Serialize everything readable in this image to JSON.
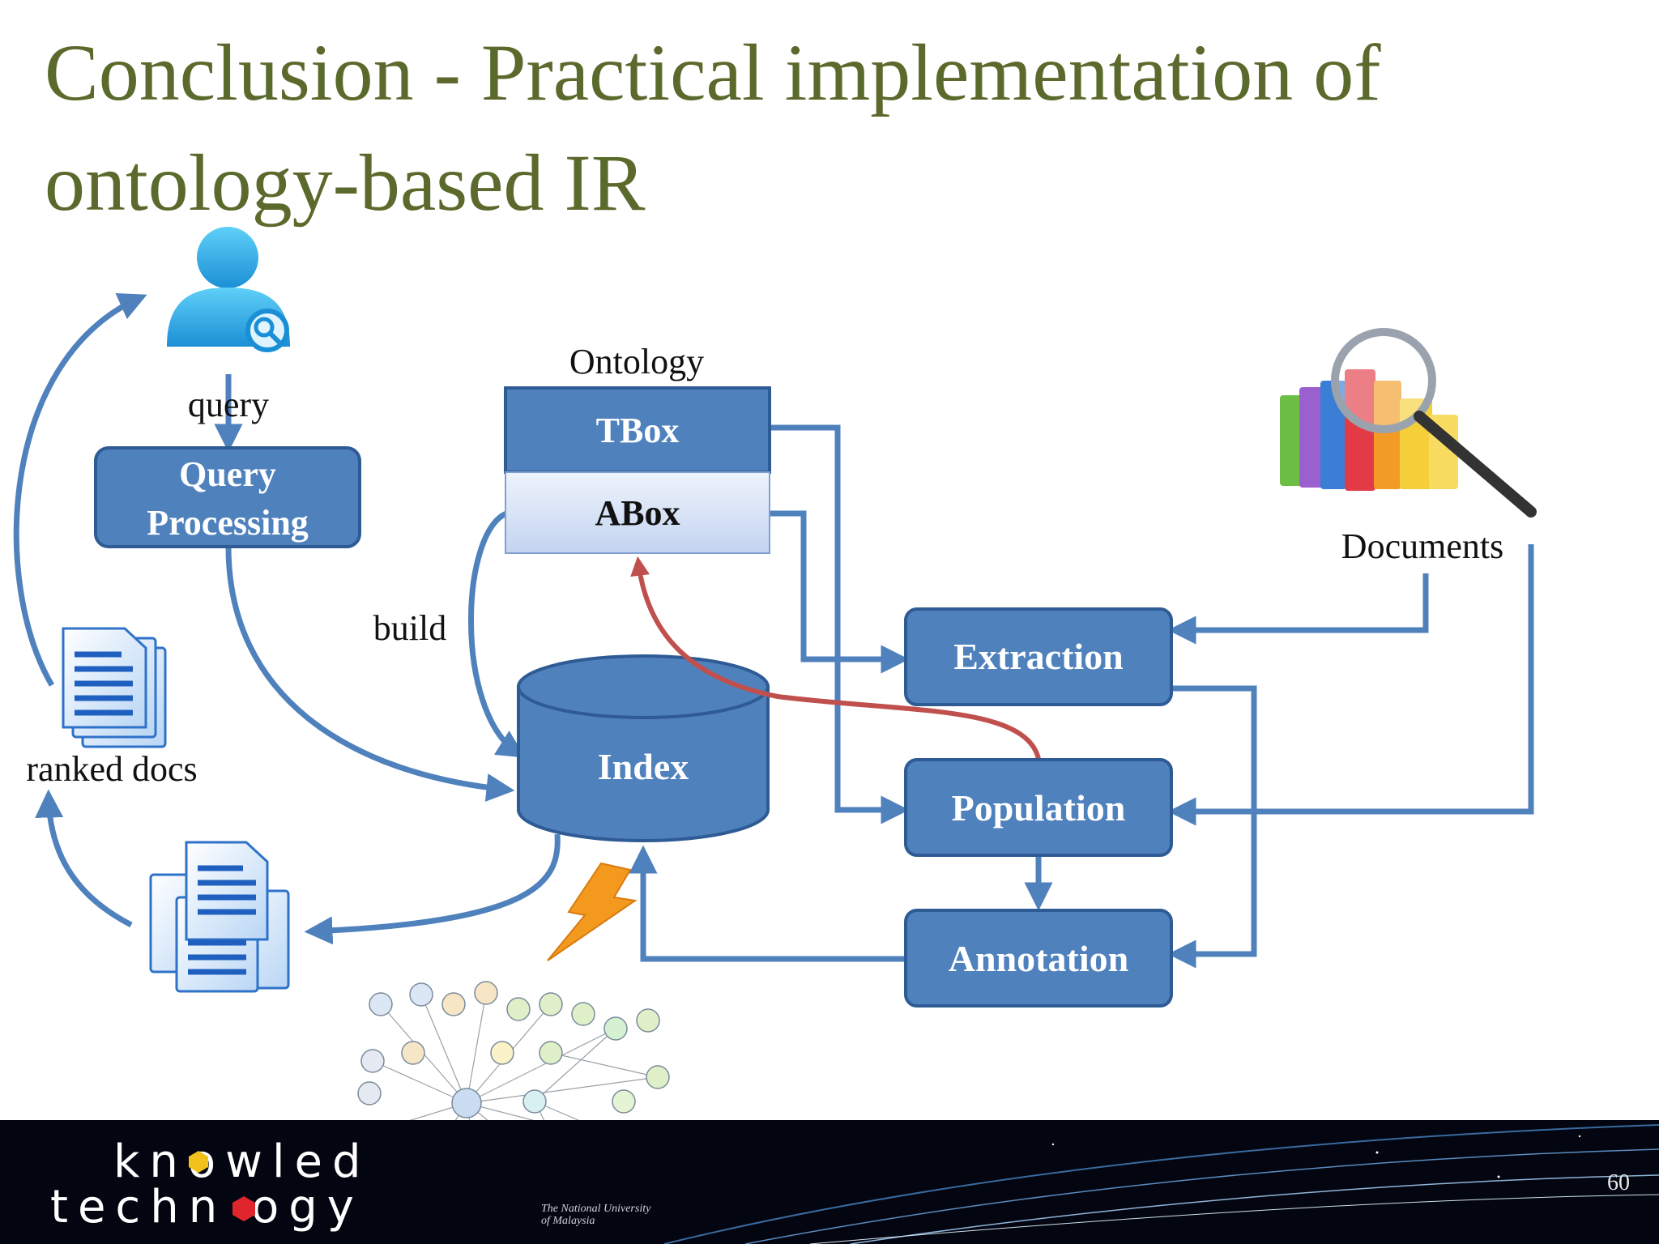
{
  "slide": {
    "title": "Conclusion - Practical implementation of ontology-based IR",
    "page_number": "60"
  },
  "diagram": {
    "labels": {
      "query": "query",
      "query_processing_line1": "Query",
      "query_processing_line2": "Processing",
      "ontology": "Ontology",
      "tbox": "TBox",
      "abox": "ABox",
      "build": "build",
      "index": "Index",
      "documents": "Documents",
      "extraction": "Extraction",
      "population": "Population",
      "annotation": "Annotation",
      "ranked_docs": "ranked docs"
    },
    "colors": {
      "box_fill": "#4f81bd",
      "box_stroke": "#2f5b94",
      "abox_fill": "#dbe5f8",
      "arrow": "#4f81bd",
      "arrow_red": "#c0504d",
      "title": "#5b6a2c"
    },
    "icons": [
      "user-search-icon",
      "documents-magnifier-icon",
      "ranked-docs-icon",
      "result-docs-icon",
      "lightning-icon",
      "ontology-graph-image"
    ]
  },
  "footer": {
    "logo_line1": "knowled",
    "logo_line2": "techn  ogy",
    "institution_line1": "The National University",
    "institution_line2": "of Malaysia"
  }
}
